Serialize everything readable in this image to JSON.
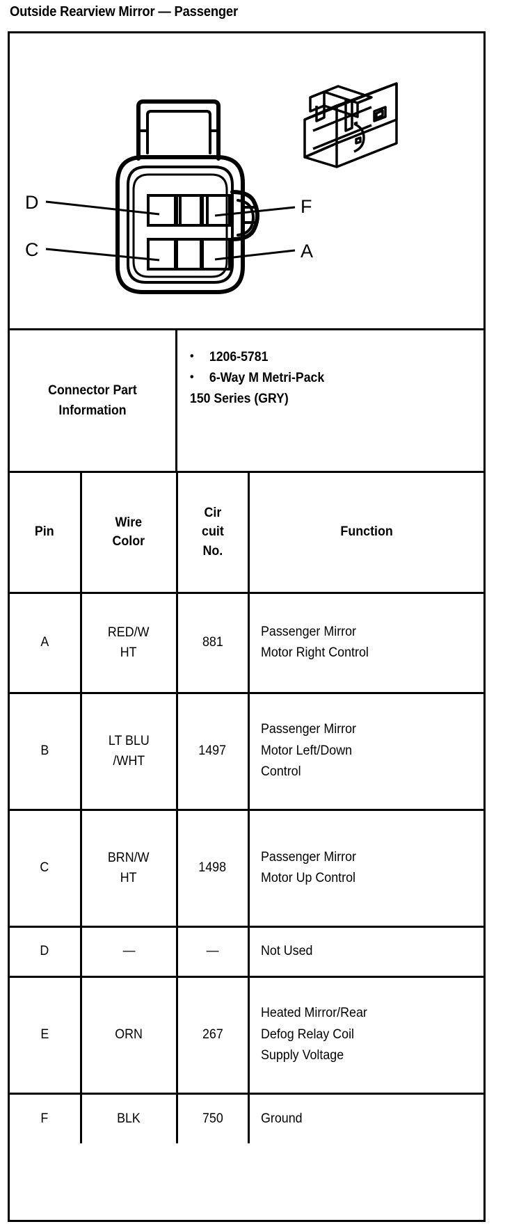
{
  "document": {
    "title": "Outside Rearview Mirror — Passenger"
  },
  "diagram": {
    "caption_pins": [
      {
        "label": "D",
        "side": "left",
        "row": "top"
      },
      {
        "label": "F",
        "side": "right",
        "row": "top"
      },
      {
        "label": "C",
        "side": "left",
        "row": "bottom"
      },
      {
        "label": "A",
        "side": "right",
        "row": "bottom"
      }
    ],
    "cavity_count": 6,
    "view_names": [
      "connector-face-view",
      "connector-isometric-view"
    ]
  },
  "connector_part_information": {
    "label": "Connector Part Information",
    "bullets": [
      "1206-5781",
      "6-Way M Metri-Pack"
    ],
    "continuation": "150 Series (GRY)",
    "bullet_glyph": "•"
  },
  "pin_table": {
    "headers": {
      "pin": "Pin",
      "wire_color_line1": "Wire",
      "wire_color_line2": "Color",
      "circuit_line1": "Cir",
      "circuit_line2": "cuit",
      "circuit_line3": "No.",
      "function": "Function"
    },
    "rows": [
      {
        "pin": "A",
        "wire_color_line1": "RED/W",
        "wire_color_line2": "HT",
        "circuit_no": "881",
        "function_lines": [
          "Passenger Mirror",
          "Motor Right Control"
        ]
      },
      {
        "pin": "B",
        "wire_color_line1": "LT BLU",
        "wire_color_line2": "/WHT",
        "circuit_no": "1497",
        "function_lines": [
          "Passenger Mirror",
          "Motor Left/Down",
          "Control"
        ]
      },
      {
        "pin": "C",
        "wire_color_line1": "BRN/W",
        "wire_color_line2": "HT",
        "circuit_no": "1498",
        "function_lines": [
          "Passenger Mirror",
          "Motor Up Control"
        ]
      },
      {
        "pin": "D",
        "wire_color_line1": "—",
        "wire_color_line2": "",
        "circuit_no": "—",
        "function_lines": [
          "Not Used"
        ]
      },
      {
        "pin": "E",
        "wire_color_line1": "ORN",
        "wire_color_line2": "",
        "circuit_no": "267",
        "function_lines": [
          "Heated Mirror/Rear",
          "Defog Relay Coil",
          "Supply Voltage"
        ]
      },
      {
        "pin": "F",
        "wire_color_line1": "BLK",
        "wire_color_line2": "",
        "circuit_no": "750",
        "function_lines": [
          "Ground"
        ]
      }
    ]
  },
  "colors": {
    "ink": "#000000",
    "paper": "#ffffff"
  }
}
